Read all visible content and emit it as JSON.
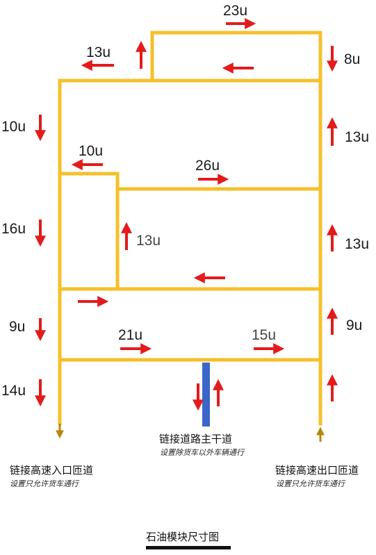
{
  "colors": {
    "road": "#f5c02a",
    "arrow": "#e31b1b",
    "ramp_arrow": "#b8860b",
    "main_road": "#3a66c9",
    "underline": "#111111"
  },
  "dimensions": {
    "top_width": "23u",
    "top_left_width": "13u",
    "top_right_height": "8u",
    "left_upper_height": "10u",
    "right_upper_height": "13u",
    "small_box_width": "10u",
    "middle_width": "26u",
    "left_middle_height": "16u",
    "inner_height": "13u",
    "right_middle_height": "13u",
    "left_lower_height": "9u",
    "right_lower_height": "9u",
    "lower_width_left": "21u",
    "lower_width_right": "15u",
    "left_bottom_height": "14u"
  },
  "labels": {
    "left_ramp_title": "链接高速入口匝道",
    "left_ramp_note": "设置只允许货车通行",
    "main_road_title": "链接道路主干道",
    "main_road_note": "设置除货车以外车辆通行",
    "right_ramp_title": "链接高速出口匝道",
    "right_ramp_note": "设置只允许货车通行",
    "figure_title": "石油模块尺寸图"
  },
  "icons": [
    "arrow-right-icon",
    "arrow-left-icon",
    "arrow-up-icon",
    "arrow-down-icon"
  ]
}
